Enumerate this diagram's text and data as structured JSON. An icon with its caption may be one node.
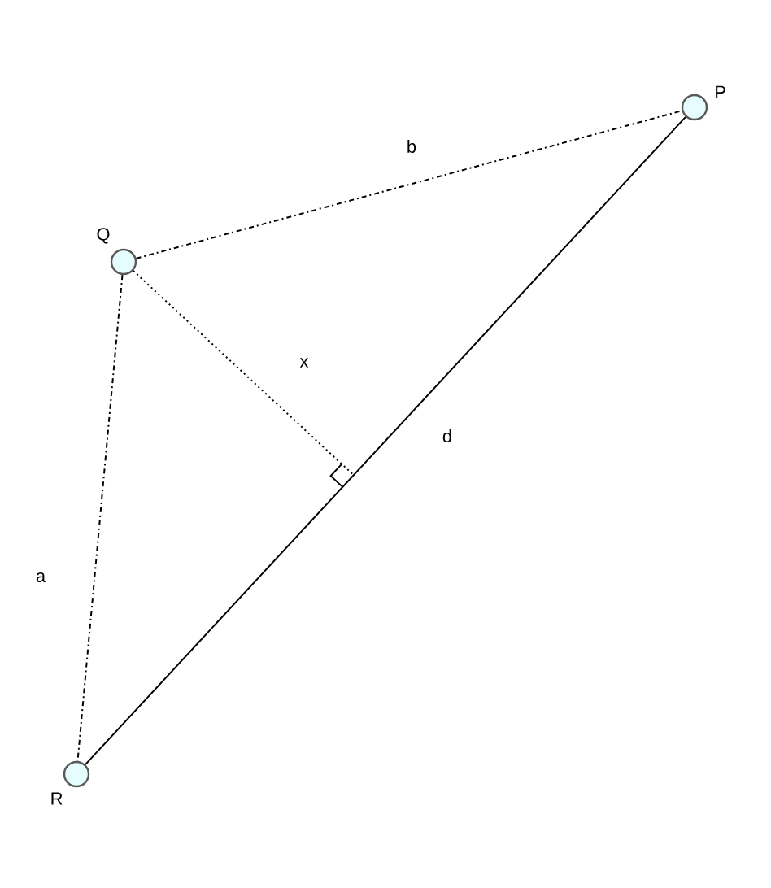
{
  "diagram": {
    "nodes": [
      {
        "text": [
          "Q"
        ]
      },
      {
        "text": [
          "P"
        ]
      },
      {
        "text": [
          "R"
        ]
      }
    ],
    "edges": [
      {
        "from": 0,
        "to": 1,
        "arrow": "none",
        "label": "b",
        "style": "dashed"
      },
      {
        "from": 0,
        "to": 2,
        "arrow": "none",
        "label": "a",
        "style": "dashed"
      },
      {
        "from": 2,
        "to": 1,
        "arrow": "none",
        "label": "d"
      },
      {
        "from": 0,
        "to": null,
        "arrow": "none",
        "label": "x",
        "style": "dashed"
      }
    ]
  }
}
